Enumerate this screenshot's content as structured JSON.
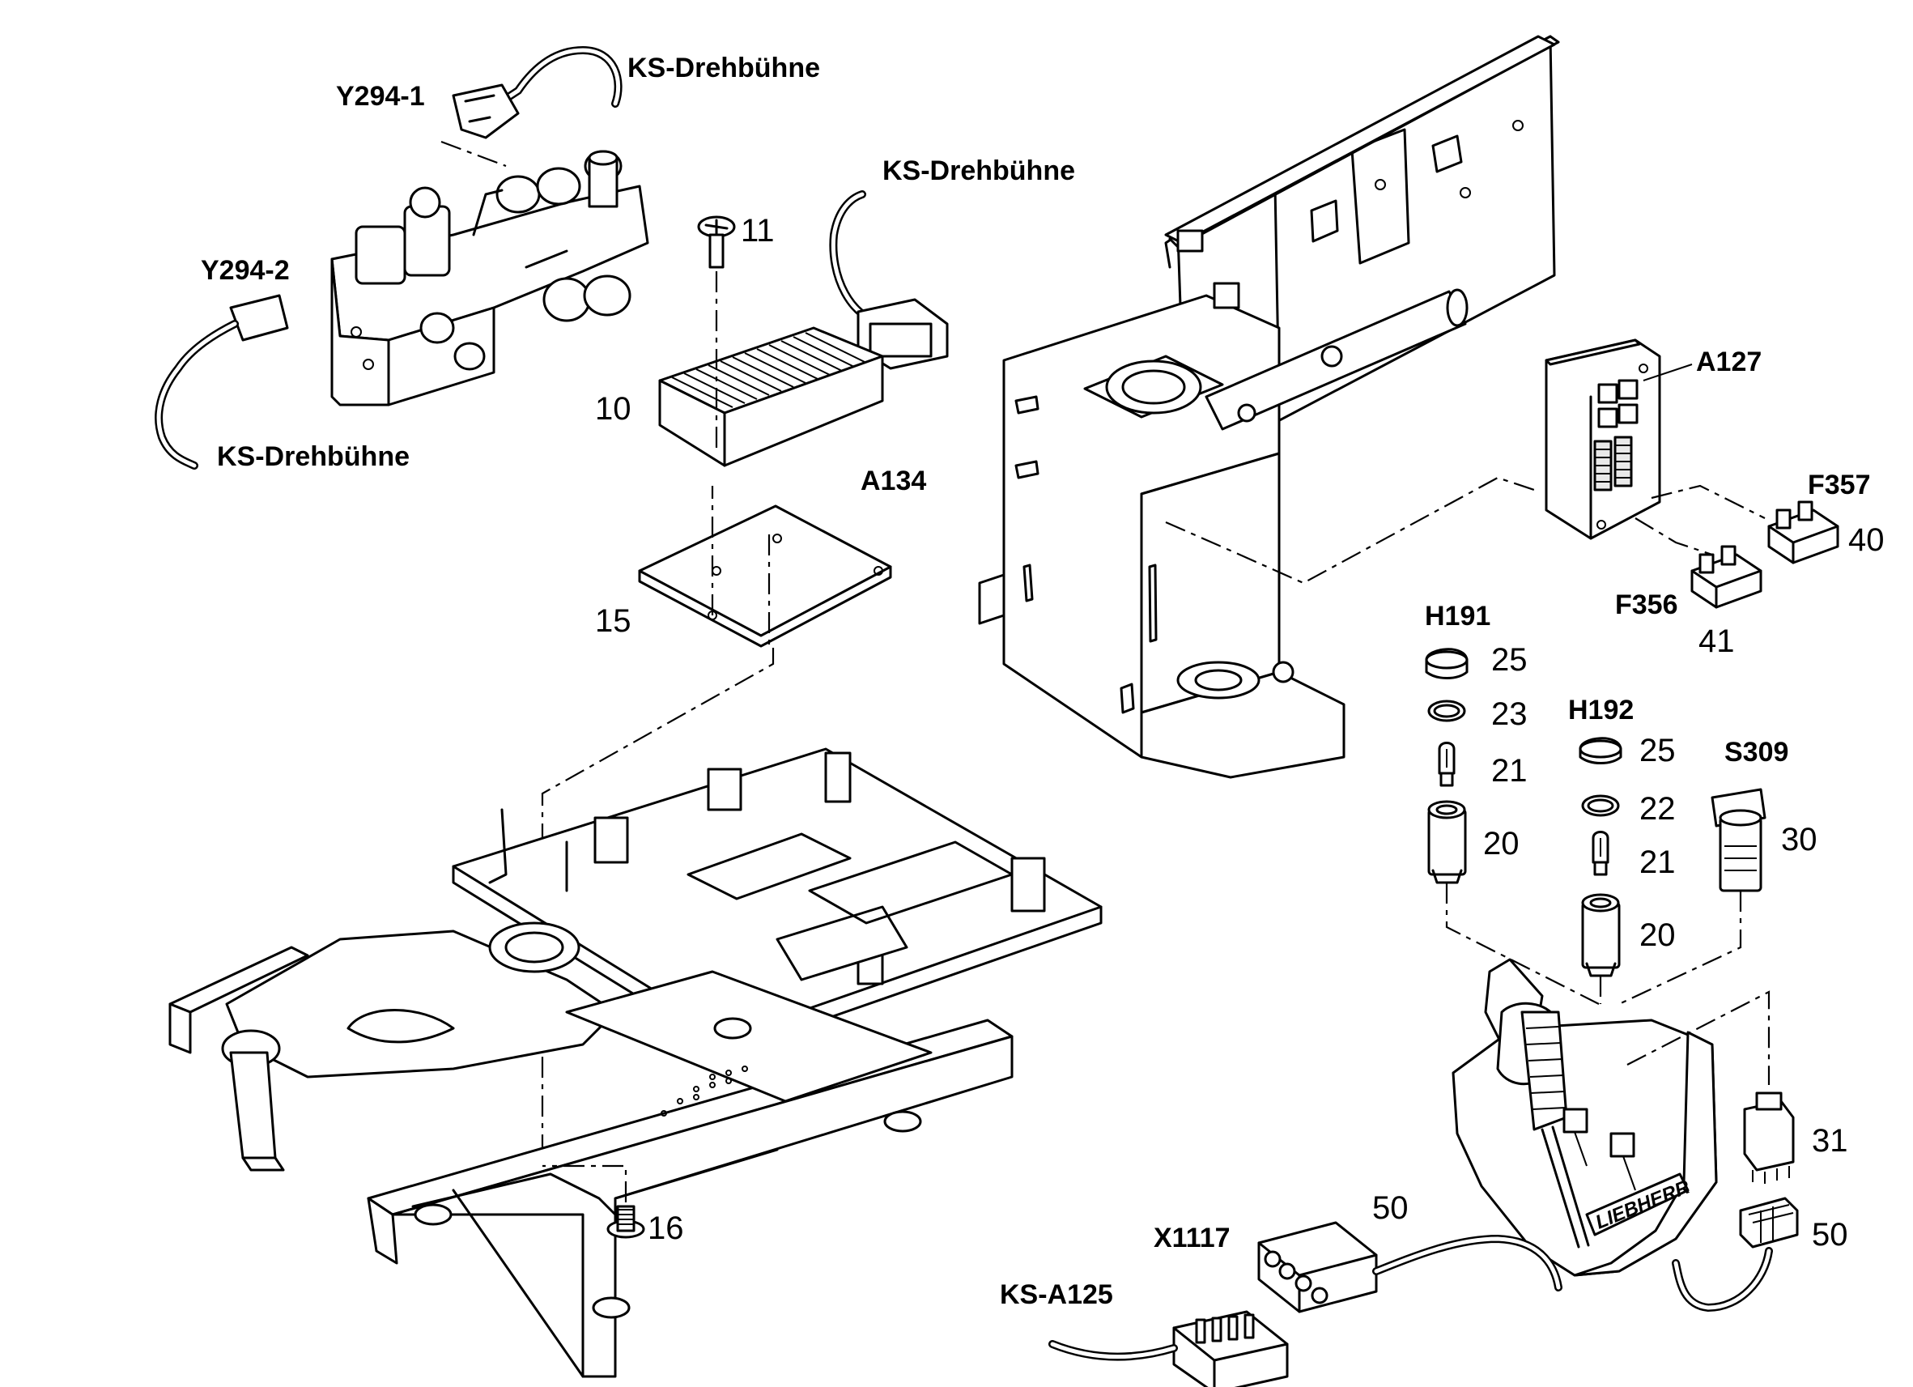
{
  "labels": {
    "y294_1": "Y294-1",
    "y294_2": "Y294-2",
    "ks_drehbuehne_top": "KS-Drehbühne",
    "ks_drehbuehne_mid": "KS-Drehbühne",
    "ks_drehbuehne_left": "KS-Drehbühne",
    "a134": "A134",
    "a127": "A127",
    "f357": "F357",
    "f356": "F356",
    "h191": "H191",
    "h192": "H192",
    "s309": "S309",
    "x1117": "X1117",
    "ks_a125": "KS-A125"
  },
  "part_numbers": {
    "p11": "11",
    "p10": "10",
    "p15": "15",
    "p16": "16",
    "p40": "40",
    "p41": "41",
    "p25a": "25",
    "p23": "23",
    "p21a": "21",
    "p20a": "20",
    "p25b": "25",
    "p22": "22",
    "p21b": "21",
    "p20b": "20",
    "p30": "30",
    "p31": "31",
    "p50a": "50",
    "p50b": "50"
  },
  "logo_text": "LIEBHERR"
}
